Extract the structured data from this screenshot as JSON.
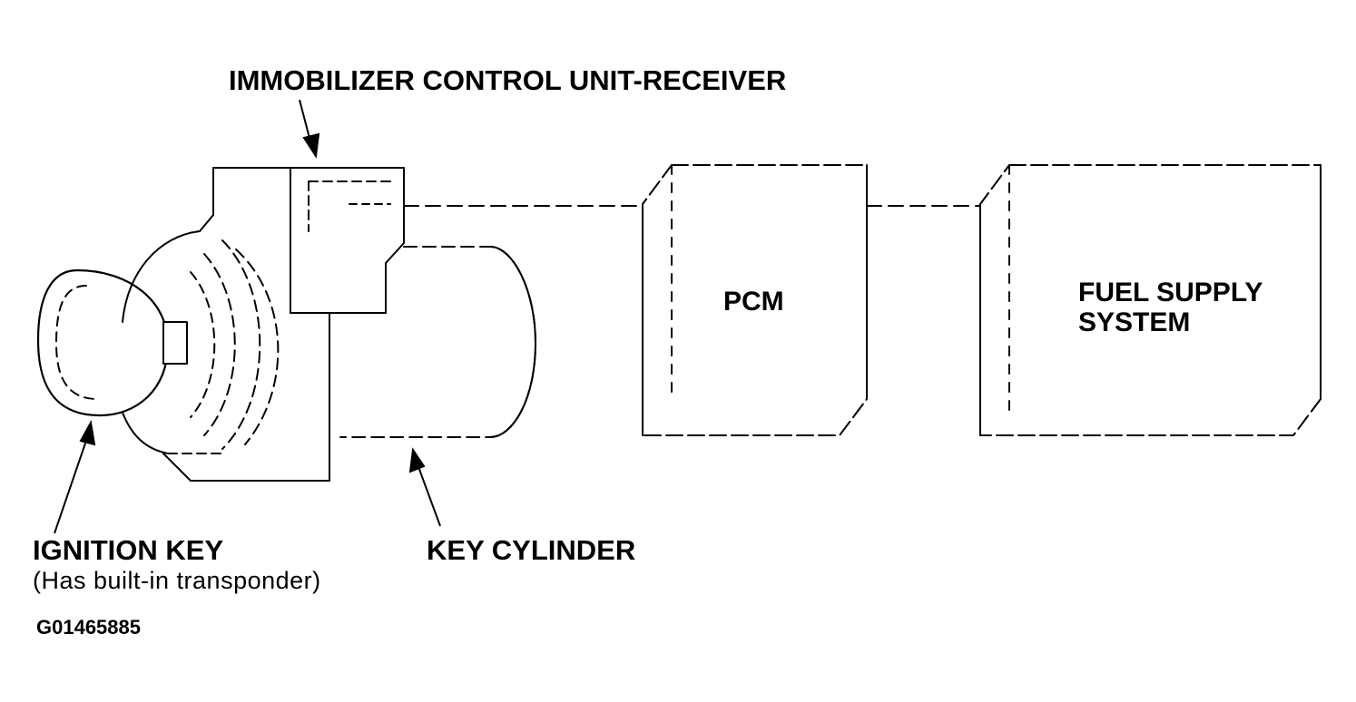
{
  "labels": {
    "immobilizer": "IMMOBILIZER CONTROL UNIT-RECEIVER",
    "pcm": "PCM",
    "fuel_line1": "FUEL SUPPLY",
    "fuel_line2": "SYSTEM",
    "ignition_key": "IGNITION KEY",
    "ignition_key_note": "(Has built-in transponder)",
    "key_cylinder": "KEY CYLINDER",
    "figure_id": "G01465885"
  }
}
